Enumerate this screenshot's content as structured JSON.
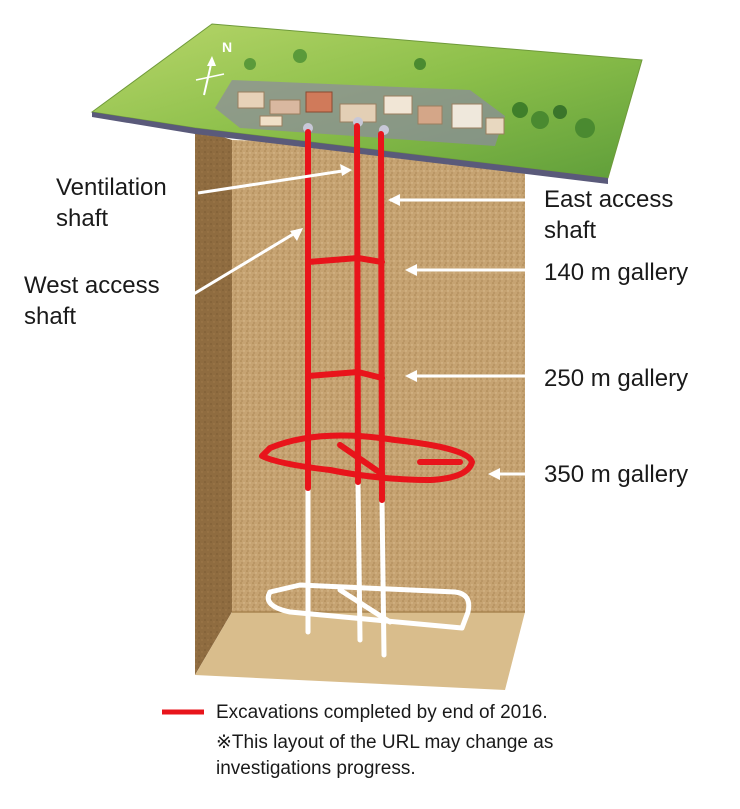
{
  "compass": {
    "label": "N"
  },
  "labels": {
    "ventilation_shaft": [
      "Ventilation",
      "shaft"
    ],
    "west_access_shaft": [
      "West access",
      "shaft"
    ],
    "east_access_shaft": [
      "East access",
      "shaft"
    ],
    "gallery_140": "140 m gallery",
    "gallery_250": "250 m gallery",
    "gallery_350": "350 m gallery"
  },
  "legend": {
    "excavated": "Excavations completed by end of 2016.",
    "note_line1": "※This layout of the URL may change as",
    "note_line2": "investigations progress."
  },
  "colors": {
    "excavated": "#e8141b",
    "planned": "#ffffff",
    "soil": "#c4a06e",
    "soil_dark": "#8e6a3e",
    "ground_surface": "#8cbf4a"
  }
}
